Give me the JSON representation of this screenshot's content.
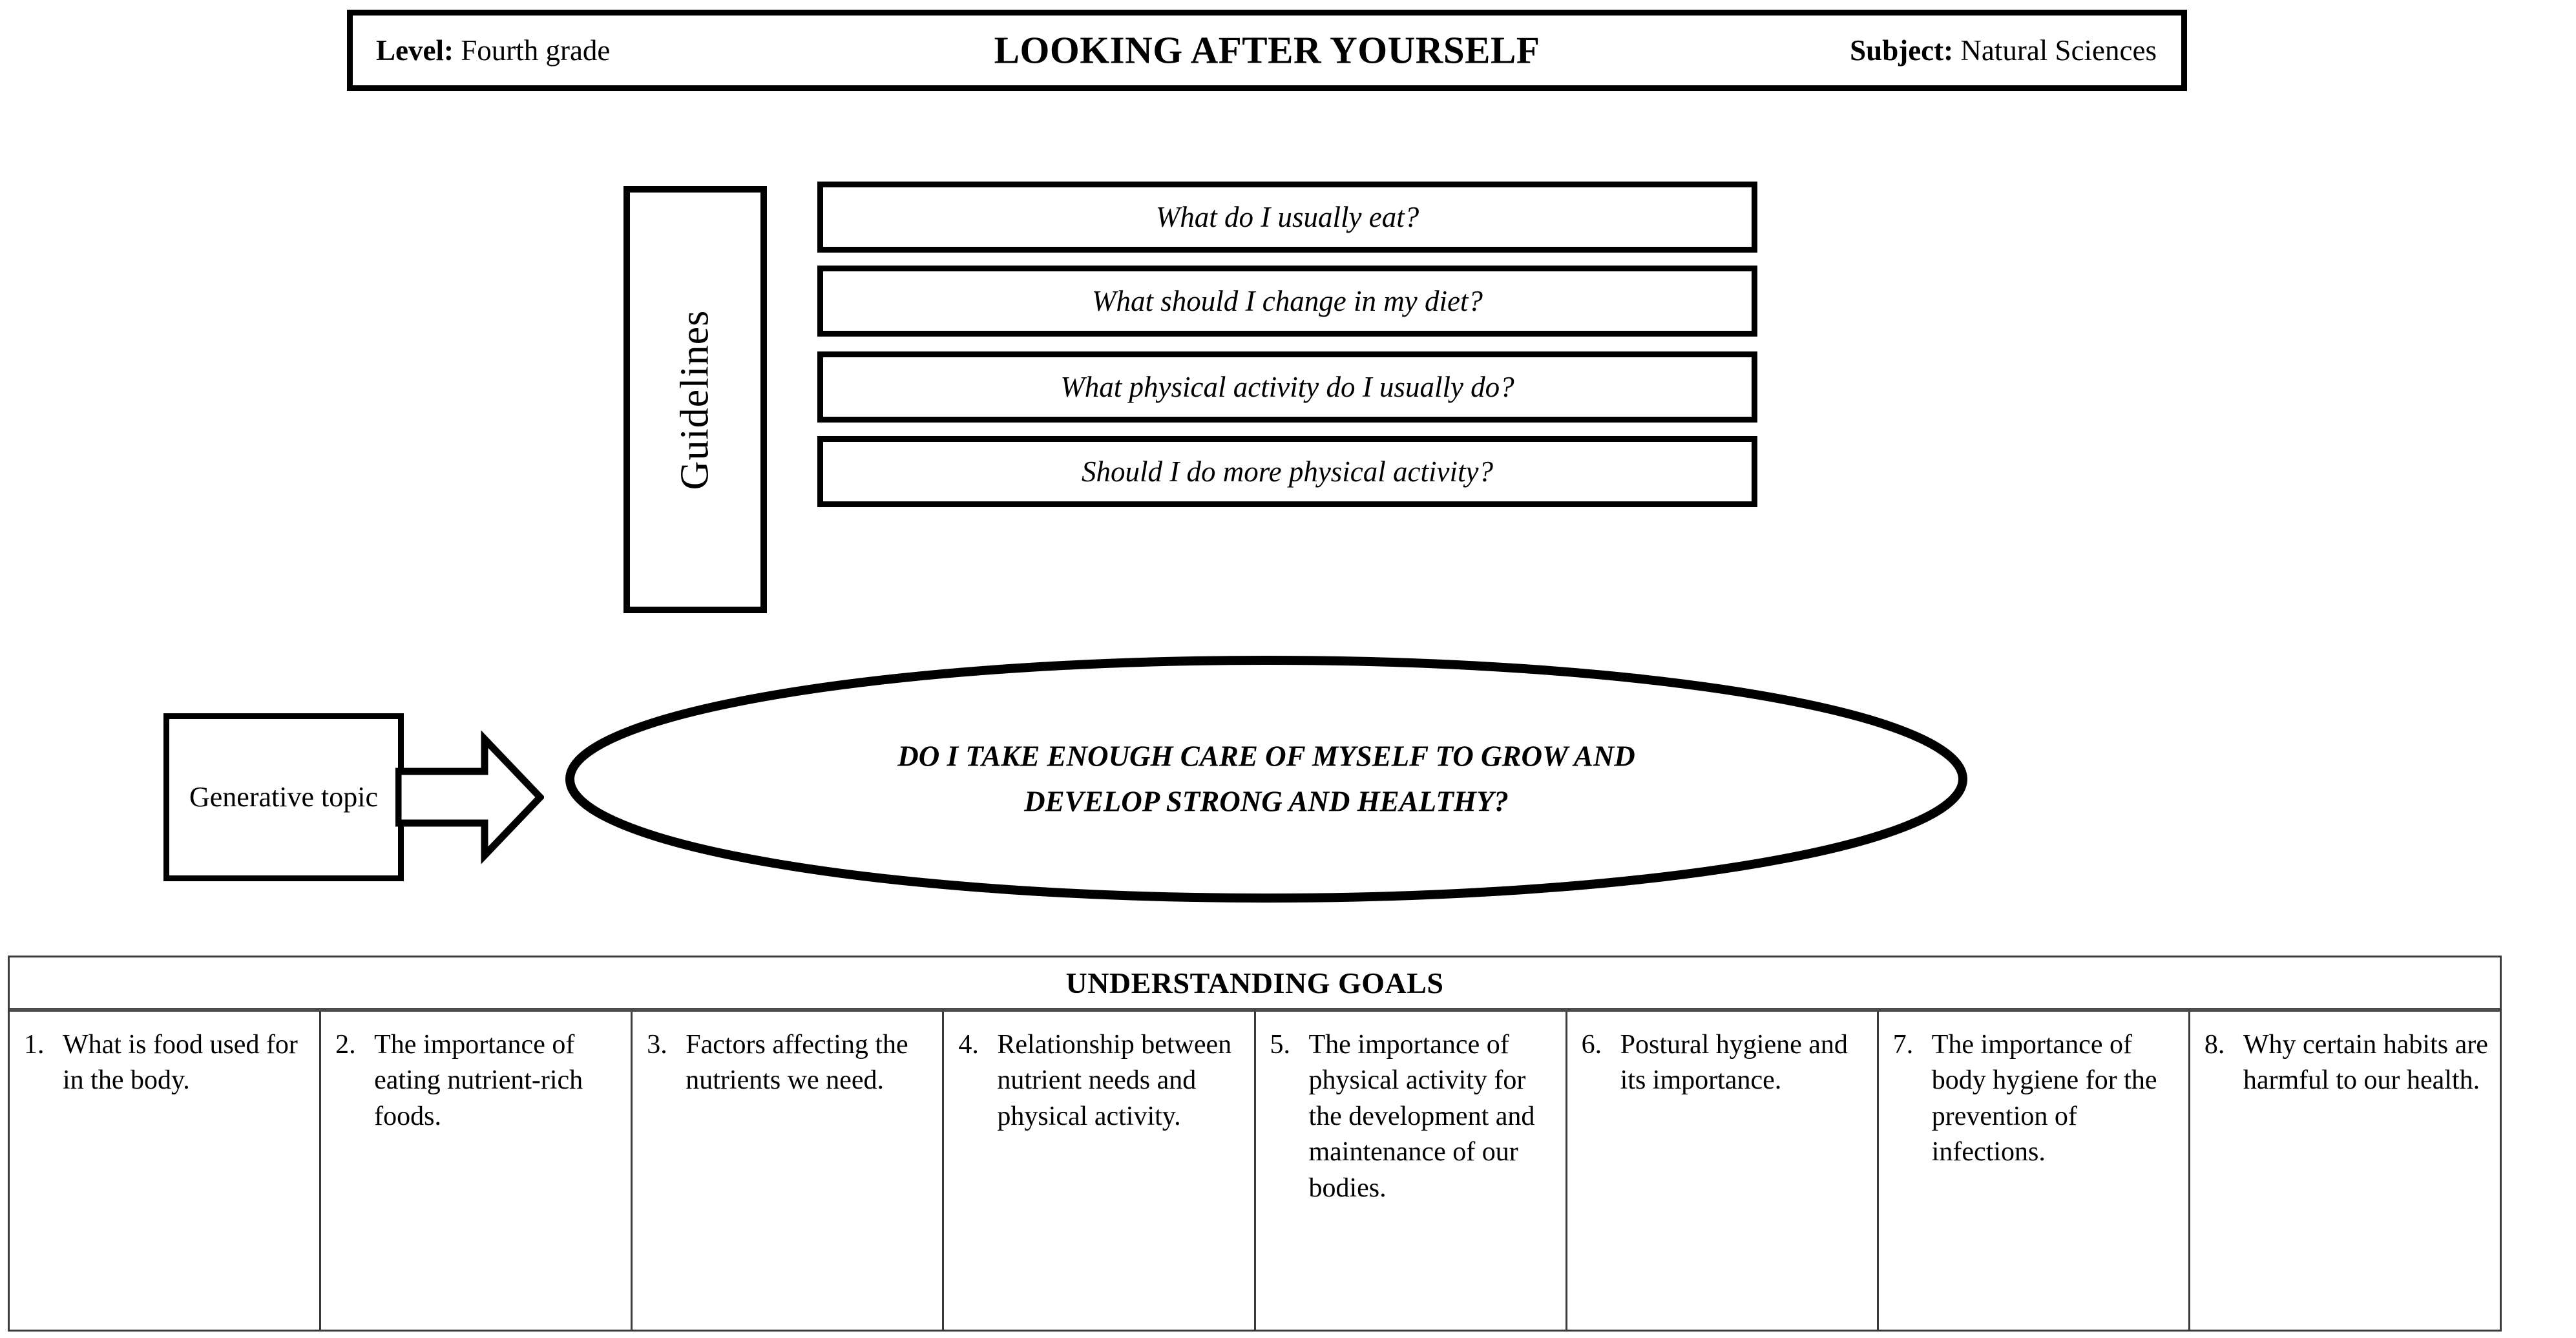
{
  "header": {
    "level_key": "Level:",
    "level_value": " Fourth grade",
    "title": "LOOKING AFTER YOURSELF",
    "subject_key": "Subject:",
    "subject_value": " Natural Sciences"
  },
  "guidelines": {
    "label": "Guidelines",
    "items": [
      "What do I usually eat?",
      "What should I change in my diet?",
      "What physical activity do I usually do?",
      "Should I do more physical activity?"
    ]
  },
  "generative_topic": {
    "label": "Generative topic",
    "arrow_icon": "right-arrow-icon"
  },
  "central_question": {
    "line1": "DO I TAKE ENOUGH CARE OF MYSELF TO GROW AND",
    "line2": "DEVELOP STRONG AND HEALTHY?"
  },
  "understanding_goals": {
    "title": "UNDERSTANDING GOALS",
    "goals": [
      {
        "number": "1.",
        "text": "What is food used for in the body."
      },
      {
        "number": "2.",
        "text": "The importance of eating nutrient-rich foods."
      },
      {
        "number": "3.",
        "text": "Factors affecting the nutrients we need."
      },
      {
        "number": "4.",
        "text": "Relationship between nutrient needs and physical activity."
      },
      {
        "number": "5.",
        "text": "The importance of physical activity for the development and maintenance of our bodies."
      },
      {
        "number": "6.",
        "text": "Postural hygiene and its importance."
      },
      {
        "number": "7.",
        "text": "The importance of body hygiene for the prevention of infections."
      },
      {
        "number": "8.",
        "text": "Why certain habits are harmful to our health."
      }
    ]
  },
  "colors": {
    "ink": "#000000",
    "table_rule": "#3a3a3a",
    "background": "#ffffff"
  }
}
